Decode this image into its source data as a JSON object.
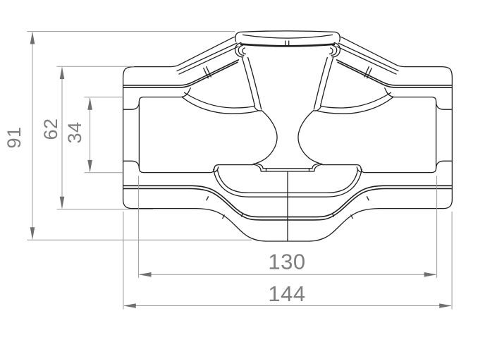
{
  "drawing": {
    "type": "technical-dimension-drawing",
    "dimensions": {
      "overall_height": "91",
      "body_height": "62",
      "inner_height": "34",
      "inner_width": "130",
      "overall_width": "144"
    },
    "colors": {
      "background": "#ffffff",
      "part_line": "#1f1f1f",
      "dimension_line": "#9a9a9a",
      "arrow": "#6f6f6f",
      "dimension_text": "#7e7e7e"
    }
  }
}
